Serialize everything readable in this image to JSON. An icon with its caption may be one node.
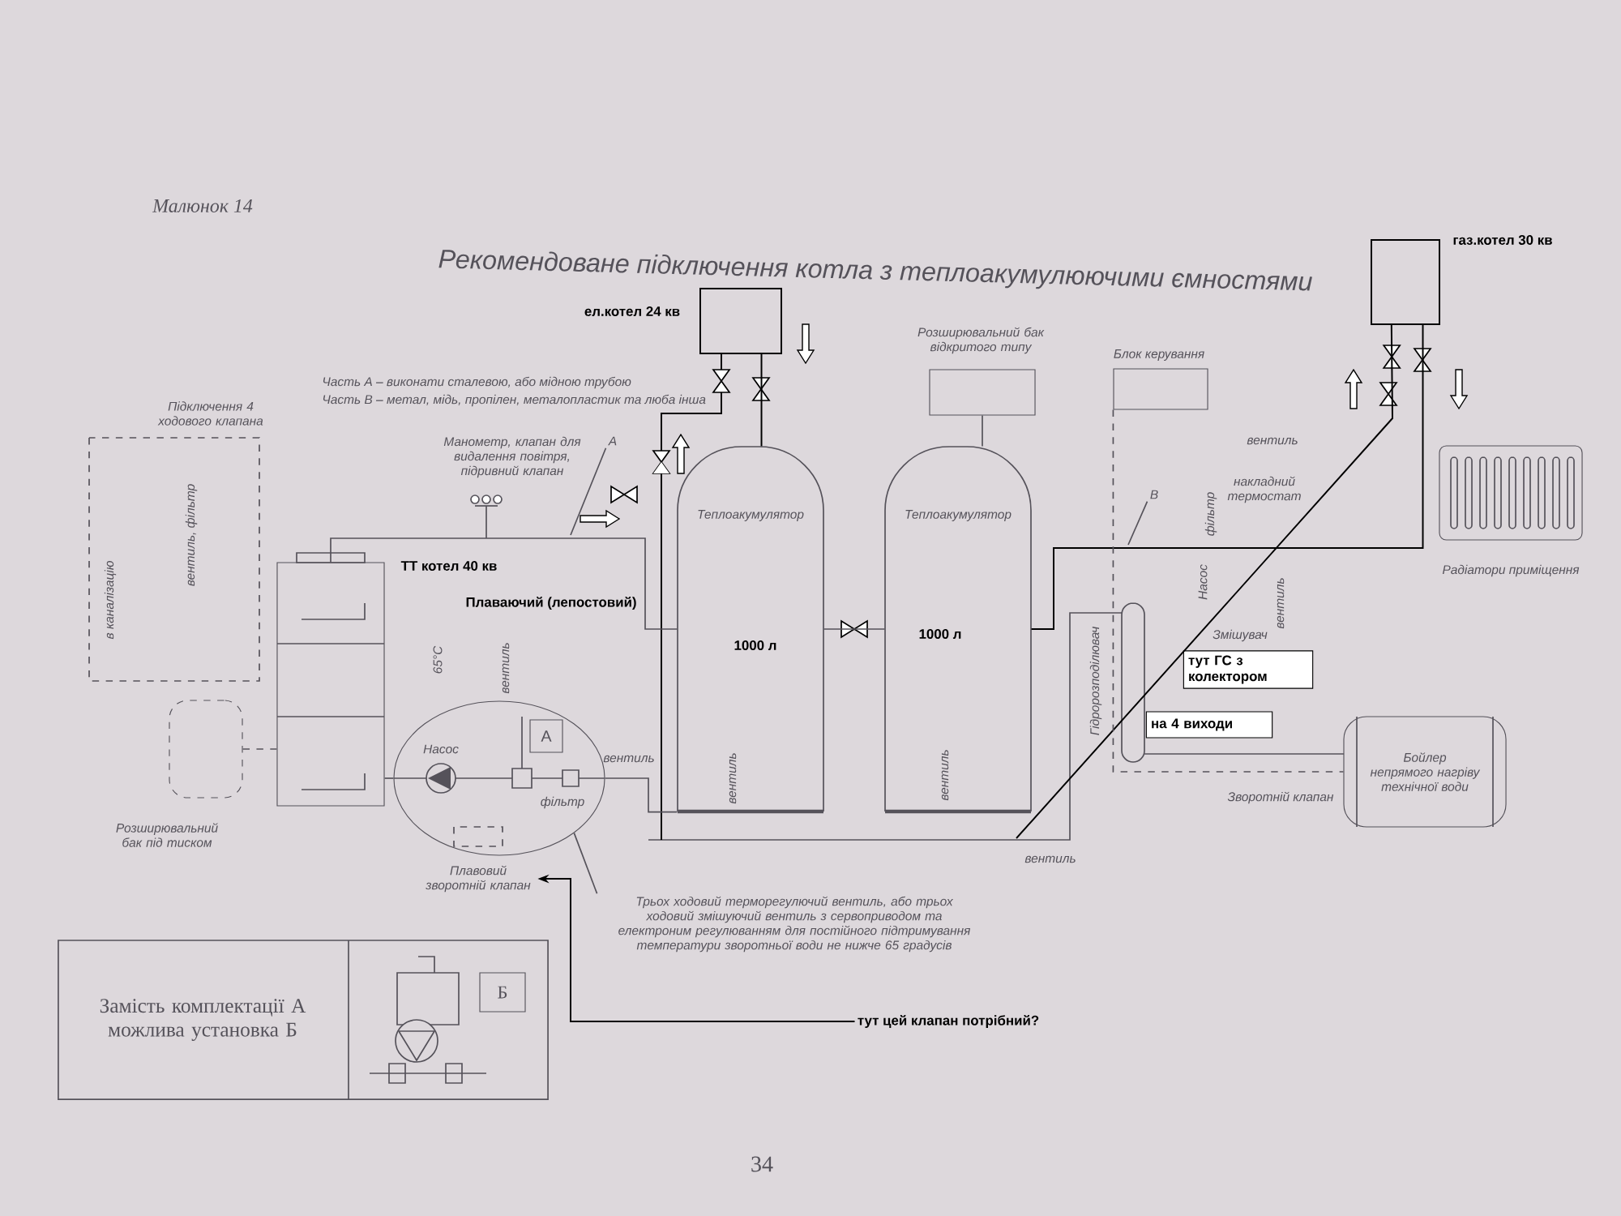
{
  "diagram": {
    "title": "Рекомендоване підключення котла з теплоакумулюючими ємностями",
    "nodes": [
      {
        "text": [
          "ел.котел 24 кв"
        ]
      },
      {
        "text": [
          "газ.котел 30 кв"
        ]
      },
      {
        "text": [
          "Розширювальний бак відкритого типу"
        ]
      },
      {
        "text": [
          "Блок керування"
        ]
      },
      {
        "text": [
          "Радіатори приміщення"
        ]
      },
      {
        "text": [
          "ТТ котел 40 кв"
        ]
      },
      {
        "text": [
          "Теплоакумулятор",
          "1000 л"
        ]
      },
      {
        "text": [
          "Теплоакумулятор",
          "1000 л"
        ]
      },
      {
        "text": [
          "Бойлер непрямого нагріву технічної води"
        ]
      },
      {
        "text": [
          "Розширювальний бак під тиском"
        ]
      },
      {
        "text": [
          "А"
        ]
      },
      {
        "text": [
          "Плавовий зворотній клапан"
        ]
      },
      {
        "text": [
          "тут цей клапан потрібний?"
        ]
      },
      {
        "text": [
          "тут ГС з колектором"
        ]
      },
      {
        "text": [
          "на 4 виходи"
        ]
      },
      {
        "text": [
          "Замість комплектації А можлива установка Б"
        ]
      },
      {
        "text": [
          "Трьох ходовий терморегулючий вентиль, або трьох ходовий змішуючий вентиль з сервоприводом та електроним регулюванням для постійного підтримування температури зворотньої води не нижче 65 градусів"
        ]
      },
      {
        "text": [
          "А"
        ]
      },
      {
        "text": [
          "В"
        ]
      }
    ],
    "edges": [
      {
        "from": 0,
        "to": 6,
        "arrow": "none",
        "color": "#000000"
      },
      {
        "from": 7,
        "to": 1,
        "arrow": "none",
        "color": "#000000"
      },
      {
        "from": null,
        "to": 1,
        "arrow": "none",
        "color": "#000000"
      },
      {
        "from": 12,
        "to": 11,
        "arrow": "to",
        "color": "#000000"
      },
      {
        "from": 5,
        "to": 6,
        "arrow": "none"
      },
      {
        "from": 2,
        "to": 7,
        "arrow": "none"
      },
      {
        "from": 6,
        "to": 7,
        "arrow": "none"
      },
      {
        "from": 5,
        "to": 10,
        "arrow": "none"
      },
      {
        "from": 10,
        "to": 6,
        "arrow": "none"
      },
      {
        "from": 3,
        "to": 8,
        "arrow": "none",
        "style": "dashed"
      },
      {
        "from": 9,
        "to": 5,
        "arrow": "none",
        "style": "dashed"
      },
      {
        "from": 16,
        "to": 10,
        "arrow": "none"
      },
      {
        "from": 17,
        "to": null,
        "arrow": "none"
      },
      {
        "from": 18,
        "to": null,
        "arrow": "none"
      }
    ],
    "labels": [
      "Малюнок 14",
      "Часть А – виконати сталевою, або мідною трубою",
      "Часть В – метал, мідь, пропілен, металопластик та люба інша",
      "Підключення 4 ходового клапана",
      "Манометр, клапан для видалення повітря, підривний клапан",
      "Плаваючий (лепостовий)",
      "вентиль, фільтр",
      "в каналізацію",
      "65°C",
      "вентиль",
      "Насос",
      "вентиль",
      "фільтр",
      "вентиль",
      "вентиль",
      "вентиль",
      "вентиль",
      "накладний термостат",
      "фільтр",
      "Насос",
      "Змішувач",
      "вентиль",
      "Гідророзподілювач",
      "Зворотній клапан",
      "Б",
      "34"
    ]
  }
}
